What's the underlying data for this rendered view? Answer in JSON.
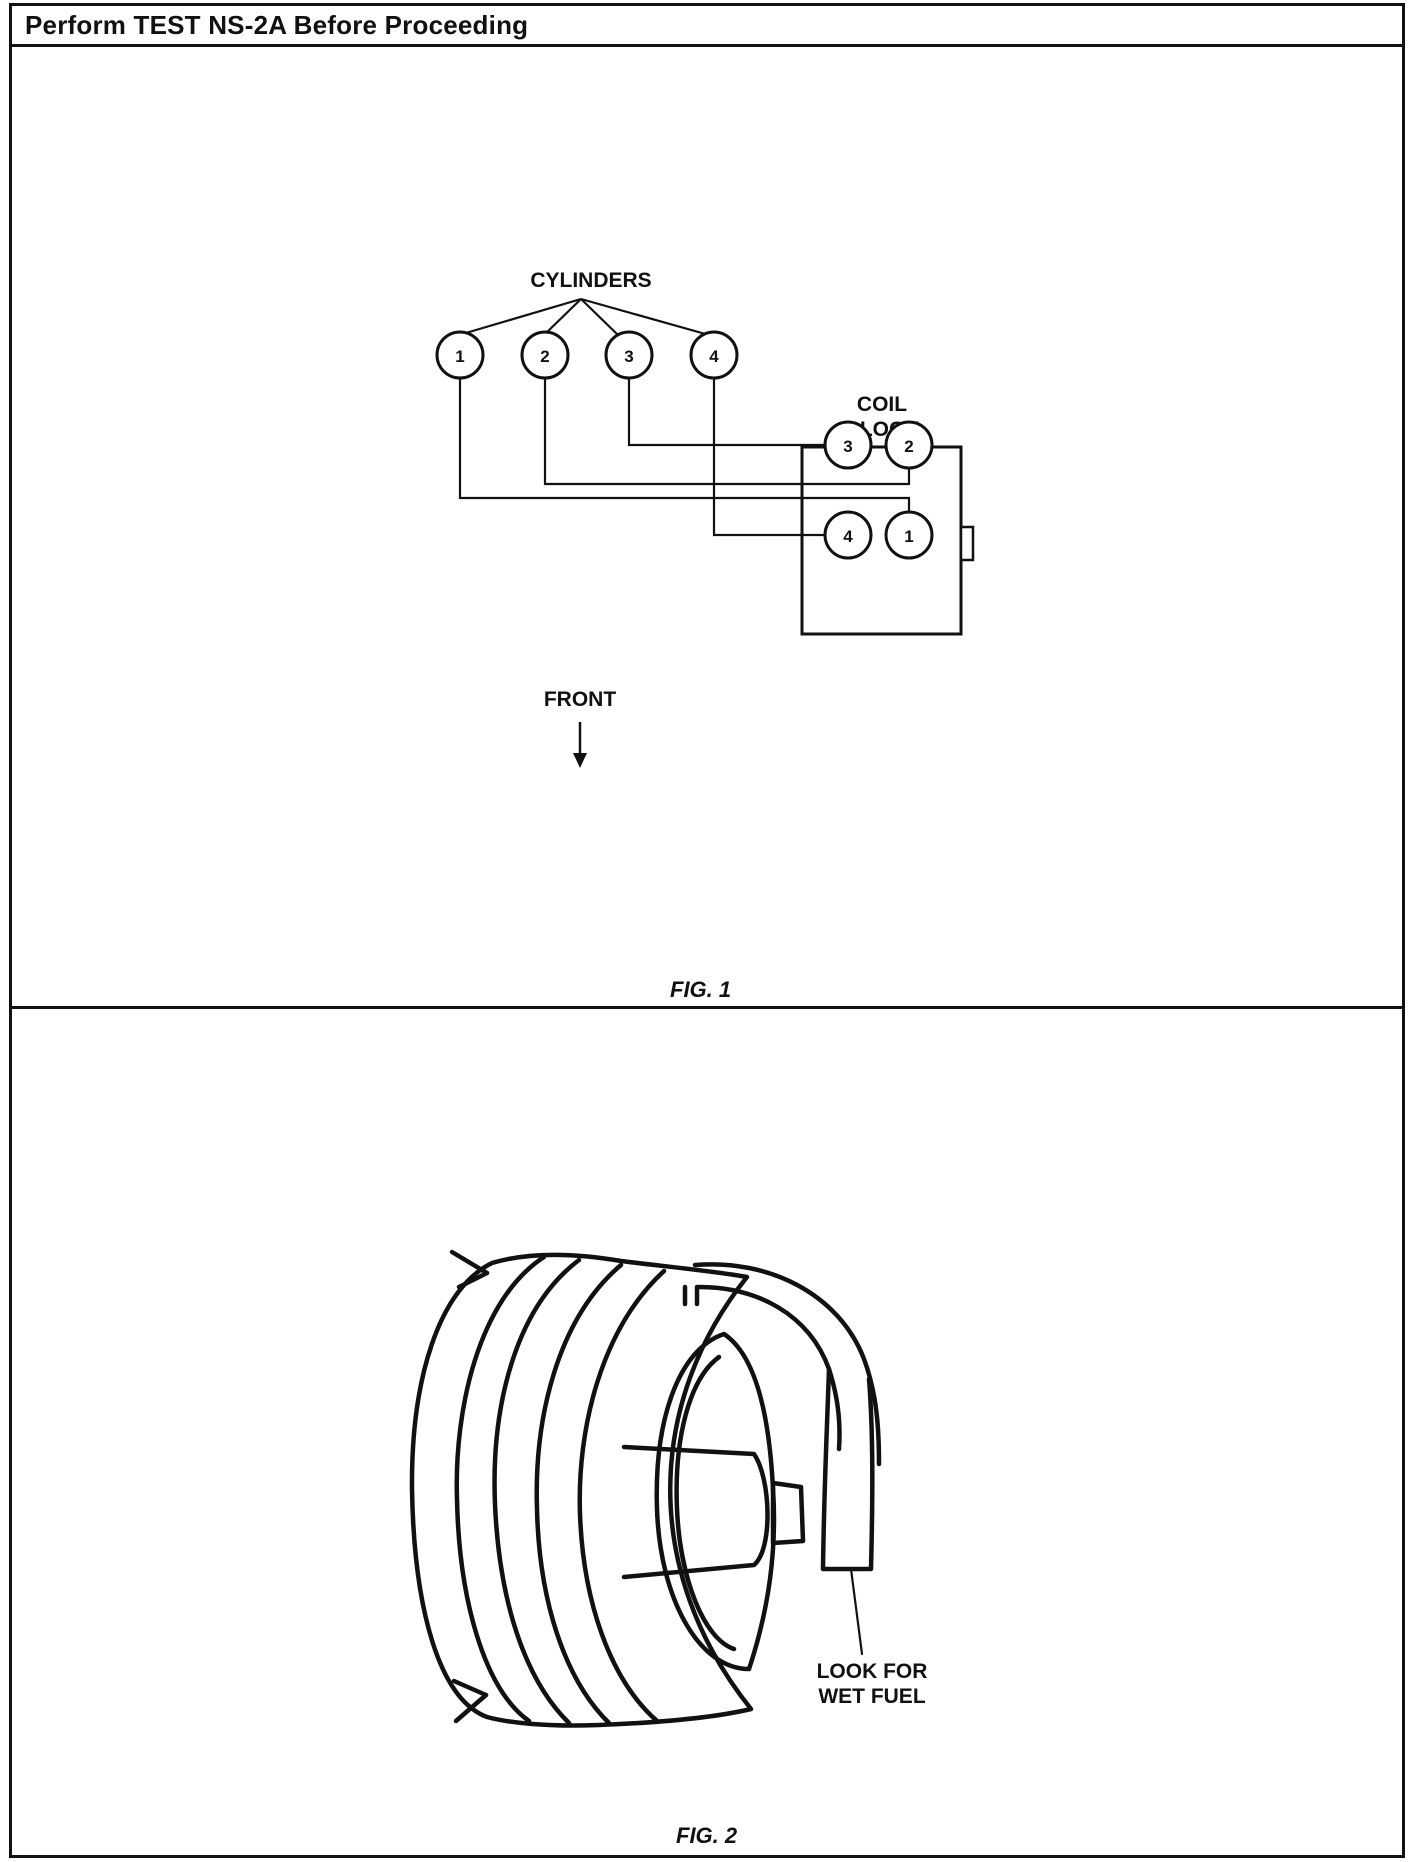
{
  "header": {
    "title": "Perform TEST NS-2A Before Proceeding"
  },
  "fig1": {
    "caption": "FIG. 1",
    "cylinders_label": "CYLINDERS",
    "cylinders": [
      "1",
      "2",
      "3",
      "4"
    ],
    "coil_block_label_line1": "COIL",
    "coil_block_label_line2": "BLOCK",
    "coil_towers": [
      "3",
      "2",
      "4",
      "1"
    ],
    "front_label": "FRONT"
  },
  "fig2": {
    "caption": "FIG. 2",
    "callout_line1": "LOOK FOR",
    "callout_line2": "WET FUEL"
  }
}
